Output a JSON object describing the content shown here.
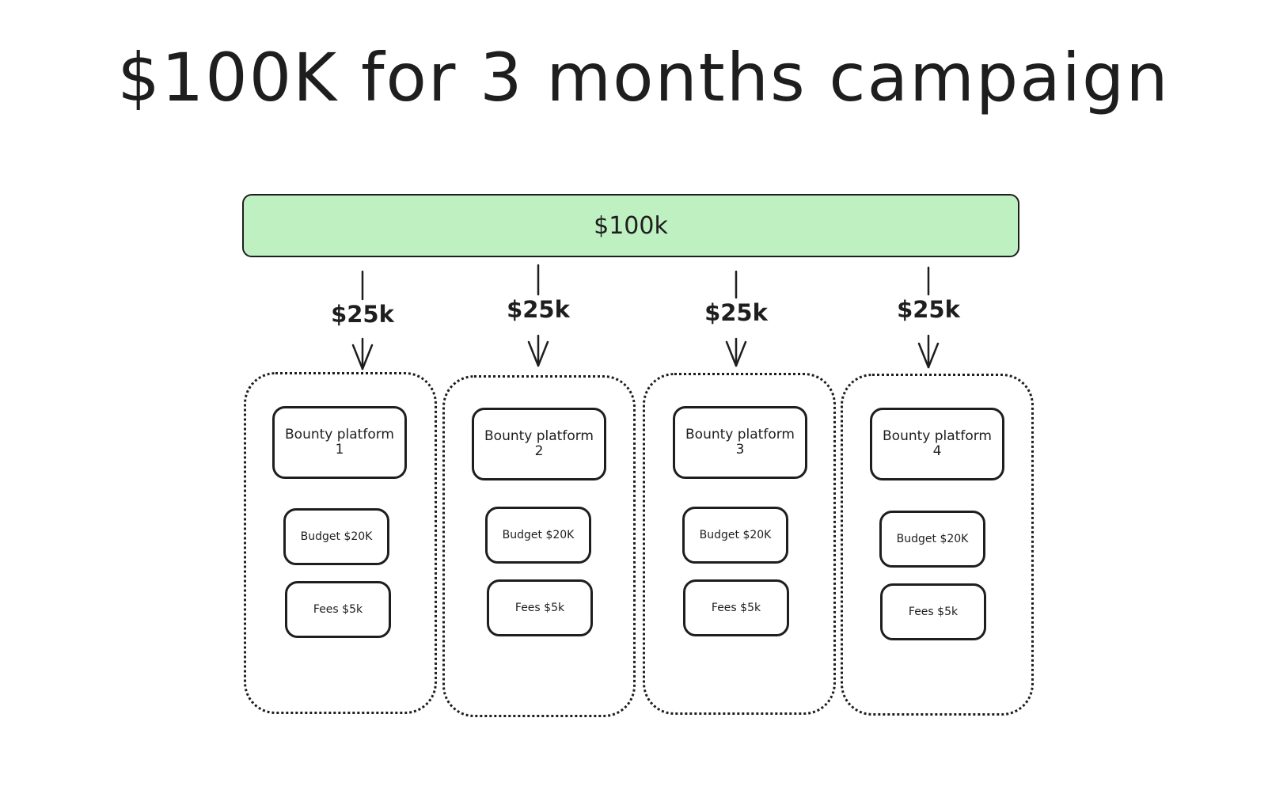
{
  "title": "$100K for 3 months campaign",
  "total_box": {
    "label": "$100k",
    "fill_color": "#bff0c2"
  },
  "allocations": [
    {
      "amount": "$25k",
      "platform": "Bounty platform 1",
      "budget": "Budget $20K",
      "fees": "Fees $5k"
    },
    {
      "amount": "$25k",
      "platform": "Bounty platform 2",
      "budget": "Budget $20K",
      "fees": "Fees $5k"
    },
    {
      "amount": "$25k",
      "platform": "Bounty platform 3",
      "budget": "Budget $20K",
      "fees": "Fees $5k"
    },
    {
      "amount": "$25k",
      "platform": "Bounty platform 4",
      "budget": "Budget $20K",
      "fees": "Fees $5k"
    }
  ],
  "colors": {
    "stroke": "#1e1e1e",
    "background": "#ffffff"
  }
}
